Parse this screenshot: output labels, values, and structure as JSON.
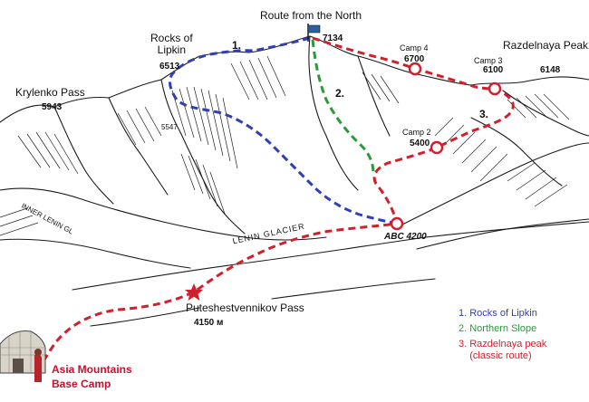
{
  "colors": {
    "route_1": "#2f3fb5",
    "route_2": "#2a9a3a",
    "route_3": "#d21f2b",
    "ink": "#1a1a1a"
  },
  "labels": {
    "route_from_north": "Route from the North",
    "summit_alt": "7134",
    "rocks_of_lipkin": "Rocks of\nLipkin",
    "rocks_alt": "6513",
    "krylenko_pass": "Krylenko Pass",
    "krylenko_alt": "5943",
    "razdelnaya_peak": "Razdelnaya Peak",
    "razdelnaya_alt": "6148",
    "camp4": "Camp 4",
    "camp4_alt": "6700",
    "camp3": "Camp 3",
    "camp3_alt": "6100",
    "camp2": "Camp 2",
    "camp2_alt": "5400",
    "abc": "ABC 4200",
    "glacier": "LENIN GLACIER",
    "inner_glacier": "INNER LENIN GL",
    "spot_5547": "5547",
    "pass_name": "Puteshestvennikov Pass",
    "pass_alt": "4150 м",
    "base_camp": "Asia Mountains\nBase Camp",
    "route_num_1": "1.",
    "route_num_2": "2.",
    "route_num_3": "3."
  },
  "legend": [
    {
      "text": "1. Rocks of Lipkin",
      "color": "#2f3fb5"
    },
    {
      "text": "2. Northern Slope",
      "color": "#2a9a3a"
    },
    {
      "text": "3. Razdelnaya peak\n    (classic route)",
      "color": "#d21f2b"
    }
  ],
  "icons": {
    "summit": "flag-icon",
    "pass": "star-icon",
    "camp": "circle-marker-icon",
    "base": "yurt-icon"
  }
}
